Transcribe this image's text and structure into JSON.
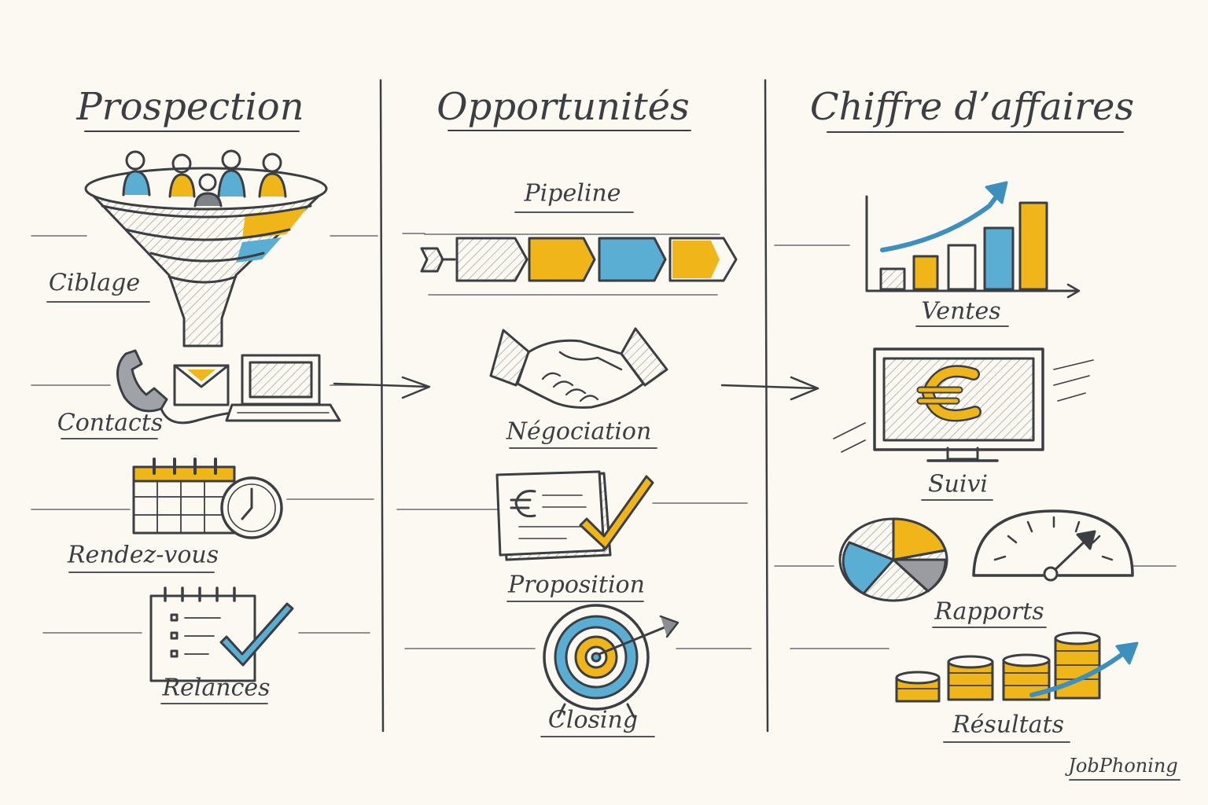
{
  "columns": [
    {
      "title": "Prospection",
      "items": [
        "Ciblage",
        "Contacts",
        "Rendez-vous",
        "Relances"
      ]
    },
    {
      "title": "Opportunités",
      "items": [
        "Pipeline",
        "Négociation",
        "Proposition",
        "Closing"
      ]
    },
    {
      "title": "Chiffre d’affaires",
      "items": [
        "Ventes",
        "Suivi",
        "Rapports",
        "Résultats"
      ]
    }
  ],
  "icons": {
    "ciblage": "funnel-icon",
    "contacts": "phone-mail-laptop-icon",
    "rendez_vous": "calendar-clock-icon",
    "relances": "checklist-icon",
    "pipeline": "pipeline-arrows-icon",
    "negociation": "handshake-icon",
    "proposition": "euro-document-check-icon",
    "closing": "target-arrow-icon",
    "ventes": "growth-bar-chart-icon",
    "suivi": "euro-monitor-icon",
    "rapports": "pie-chart-gauge-icon",
    "resultats": "coin-stacks-icon"
  },
  "colors": {
    "ink": "#3b3e42",
    "yellow": "#f0b619",
    "blue": "#5aadd3",
    "paper": "#fbf9f1"
  },
  "watermark": "JobPhoning"
}
